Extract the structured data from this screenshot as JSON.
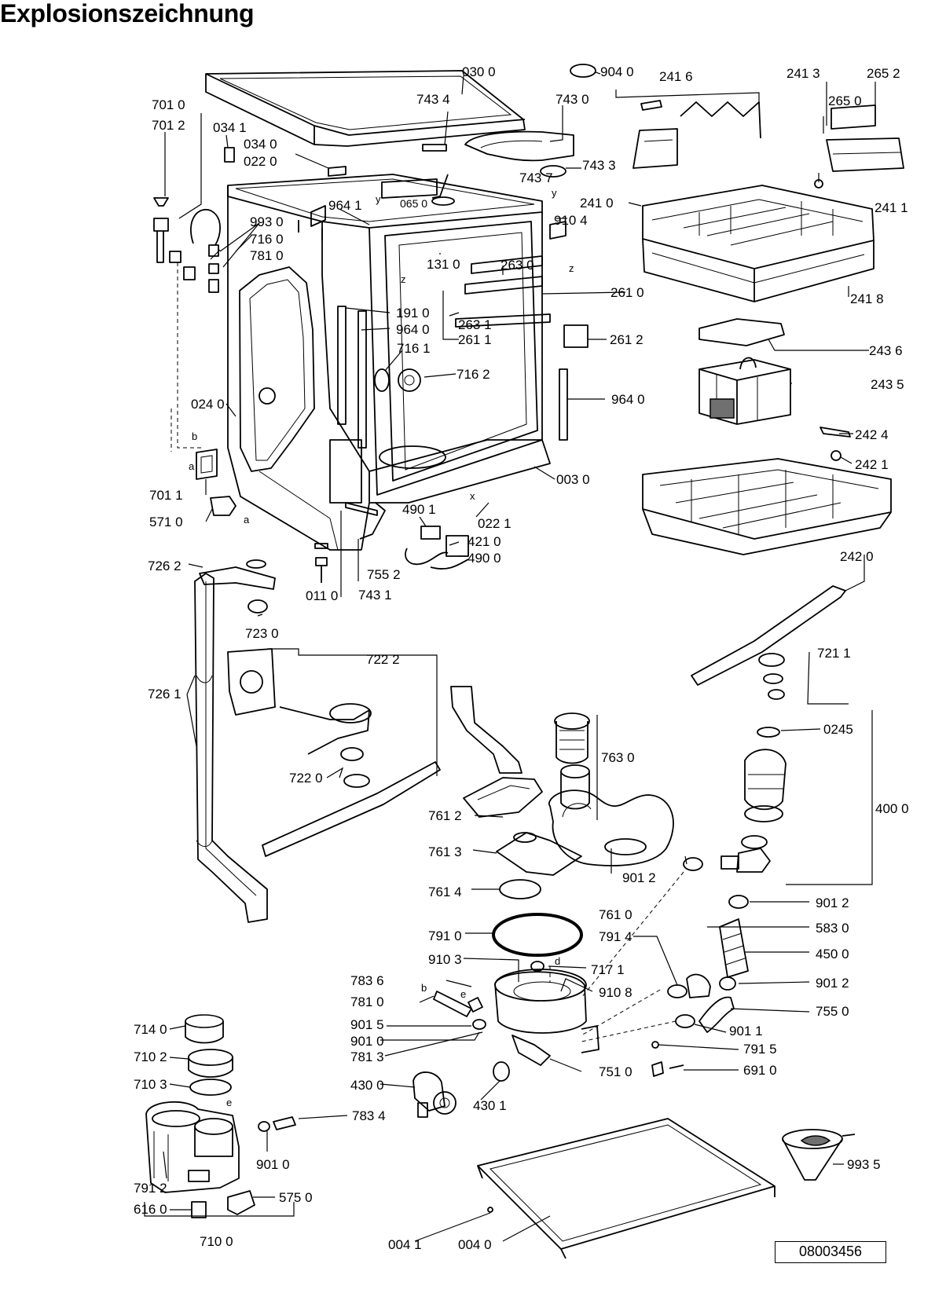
{
  "title": "Explosionszeichnung",
  "document_number": "08003456",
  "part_labels": [
    "030 0",
    "904 0",
    "241 6",
    "241 3",
    "265 2",
    "701 0",
    "701 2",
    "743 4",
    "743 0",
    "265 0",
    "034 1",
    "034 0",
    "022 0",
    "743 7",
    "743 3",
    "241 1",
    "241 0",
    "964 1",
    "065 0",
    "910 4",
    "993 0",
    "716 0",
    "781 0",
    "131 0",
    "263 0",
    "261 0",
    "241 8",
    "263 1",
    "191 0",
    "964 0",
    "261 1",
    "261 2",
    "243 6",
    "716 1",
    "716 2",
    "243 5",
    "964 0",
    "024 0",
    "242 4",
    "242 1",
    "003 0",
    "701 1",
    "571 0",
    "490 1",
    "022 1",
    "421 0",
    "490 0",
    "242 0",
    "726 2",
    "755 2",
    "011 0",
    "743 1",
    "723 0",
    "722 2",
    "721 1",
    "726 1",
    "763 0",
    "0245",
    "722 0",
    "400 0",
    "761 2",
    "761 3",
    "901 2",
    "761 4",
    "761 0",
    "901 2",
    "791 0",
    "791 4",
    "583 0",
    "450 0",
    "910 3",
    "717 1",
    "783 6",
    "910 8",
    "901 2",
    "781 0",
    "755 0",
    "901 5",
    "901 1",
    "714 0",
    "901 0",
    "710 2",
    "781 3",
    "791 5",
    "751 0",
    "691 0",
    "710 3",
    "430 0",
    "430 1",
    "783 4",
    "901 0",
    "993 5",
    "791 2",
    "575 0",
    "616 0",
    "710 0",
    "004 1",
    "004 0"
  ],
  "letter_marks": [
    "b",
    "a",
    "a",
    "z",
    "z",
    "x",
    "d",
    "b",
    "e",
    "e",
    "y",
    "y"
  ]
}
